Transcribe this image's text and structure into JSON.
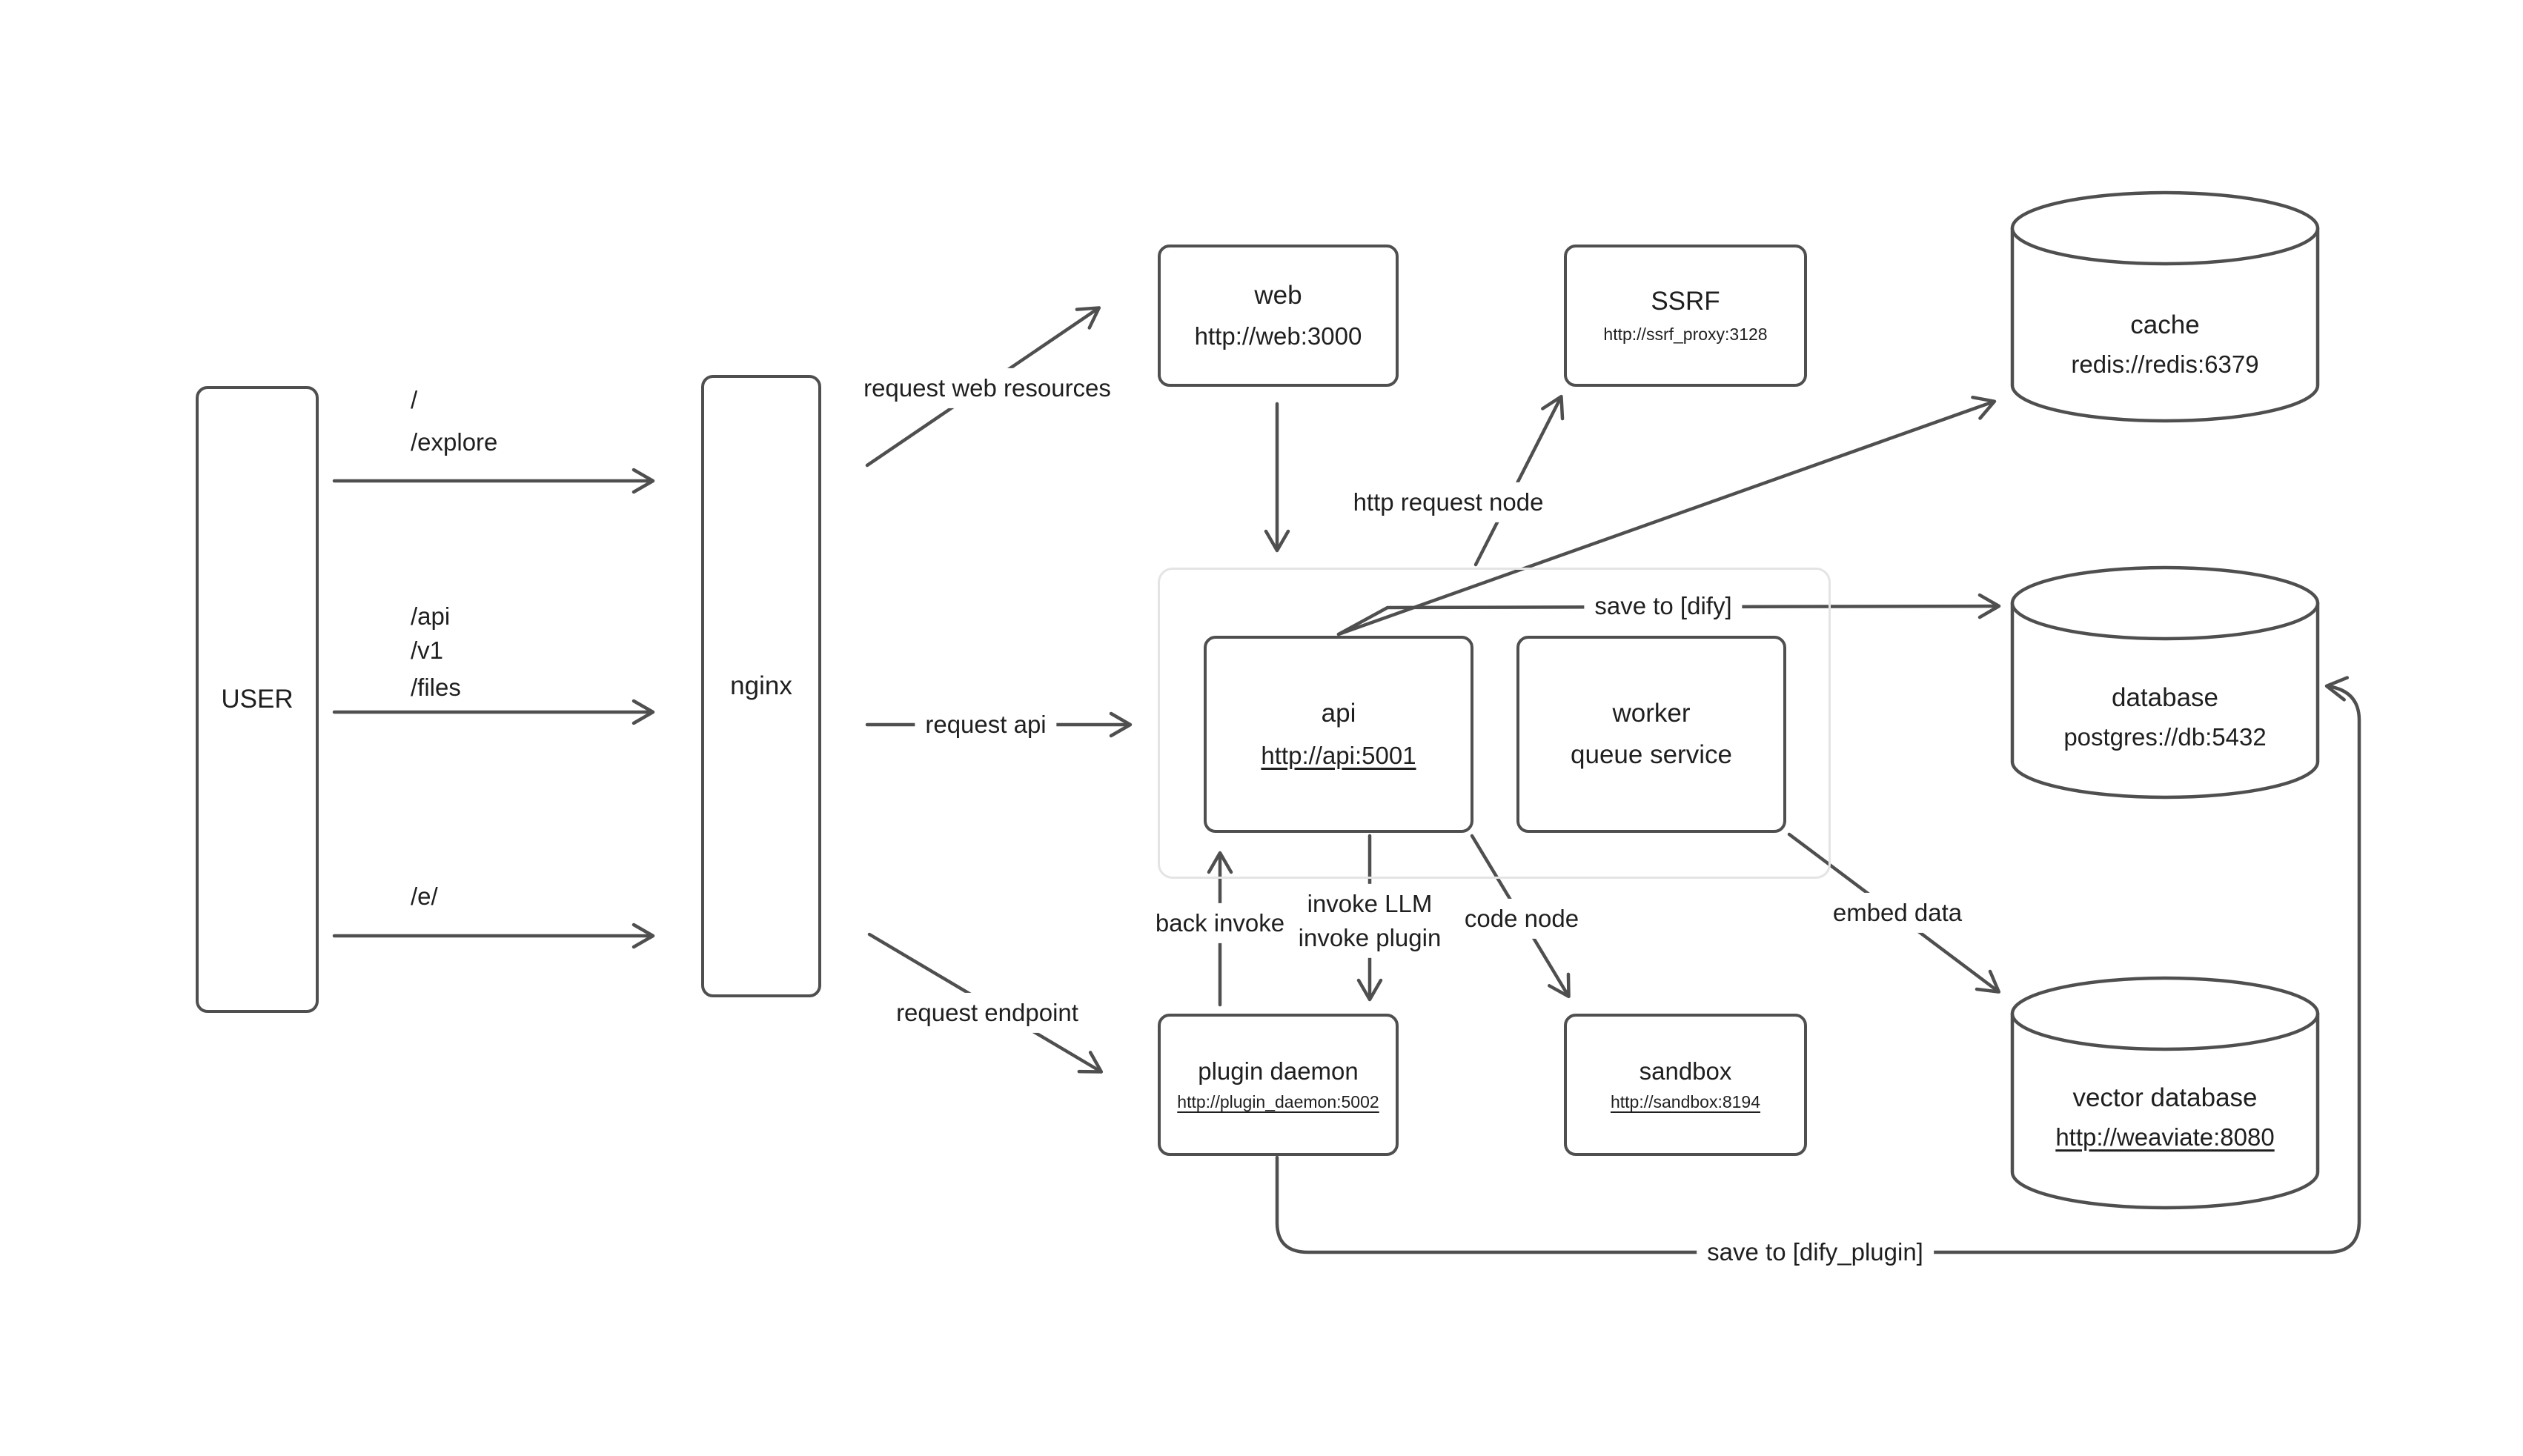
{
  "nodes": {
    "user": {
      "label": "USER"
    },
    "nginx": {
      "label": "nginx"
    },
    "web": {
      "title": "web",
      "url": "http://web:3000"
    },
    "ssrf": {
      "title": "SSRF",
      "url": "http://ssrf_proxy:3128"
    },
    "cache": {
      "title": "cache",
      "url": "redis://redis:6379"
    },
    "api": {
      "title": "api",
      "url": "http://api:5001"
    },
    "worker": {
      "title": "worker",
      "subtitle": "queue service"
    },
    "database": {
      "title": "database",
      "url": "postgres://db:5432"
    },
    "plugin_daemon": {
      "title": "plugin daemon",
      "url": "http://plugin_daemon:5002"
    },
    "sandbox": {
      "title": "sandbox",
      "url": "http://sandbox:8194"
    },
    "vector_database": {
      "title": "vector database",
      "url": "http://weaviate:8080"
    }
  },
  "edge_labels": {
    "user_root": "/",
    "user_explore": "/explore",
    "user_api": "/api",
    "user_v1": "/v1",
    "user_files": "/files",
    "user_e": "/e/",
    "request_web": "request web resources",
    "request_api": "request api",
    "request_endpoint": "request endpoint",
    "http_request_node": "http request node",
    "save_to_dify": "save to [dify]",
    "back_invoke": "back invoke",
    "invoke_llm": "invoke LLM",
    "invoke_plugin": "invoke plugin",
    "code_node": "code node",
    "embed_data": "embed data",
    "save_to_dify_plugin": "save to [dify_plugin]"
  },
  "colors": {
    "stroke": "#4f4f4f",
    "text": "#1f1f1f",
    "group_border": "#e4e4e4",
    "background": "#ffffff"
  }
}
